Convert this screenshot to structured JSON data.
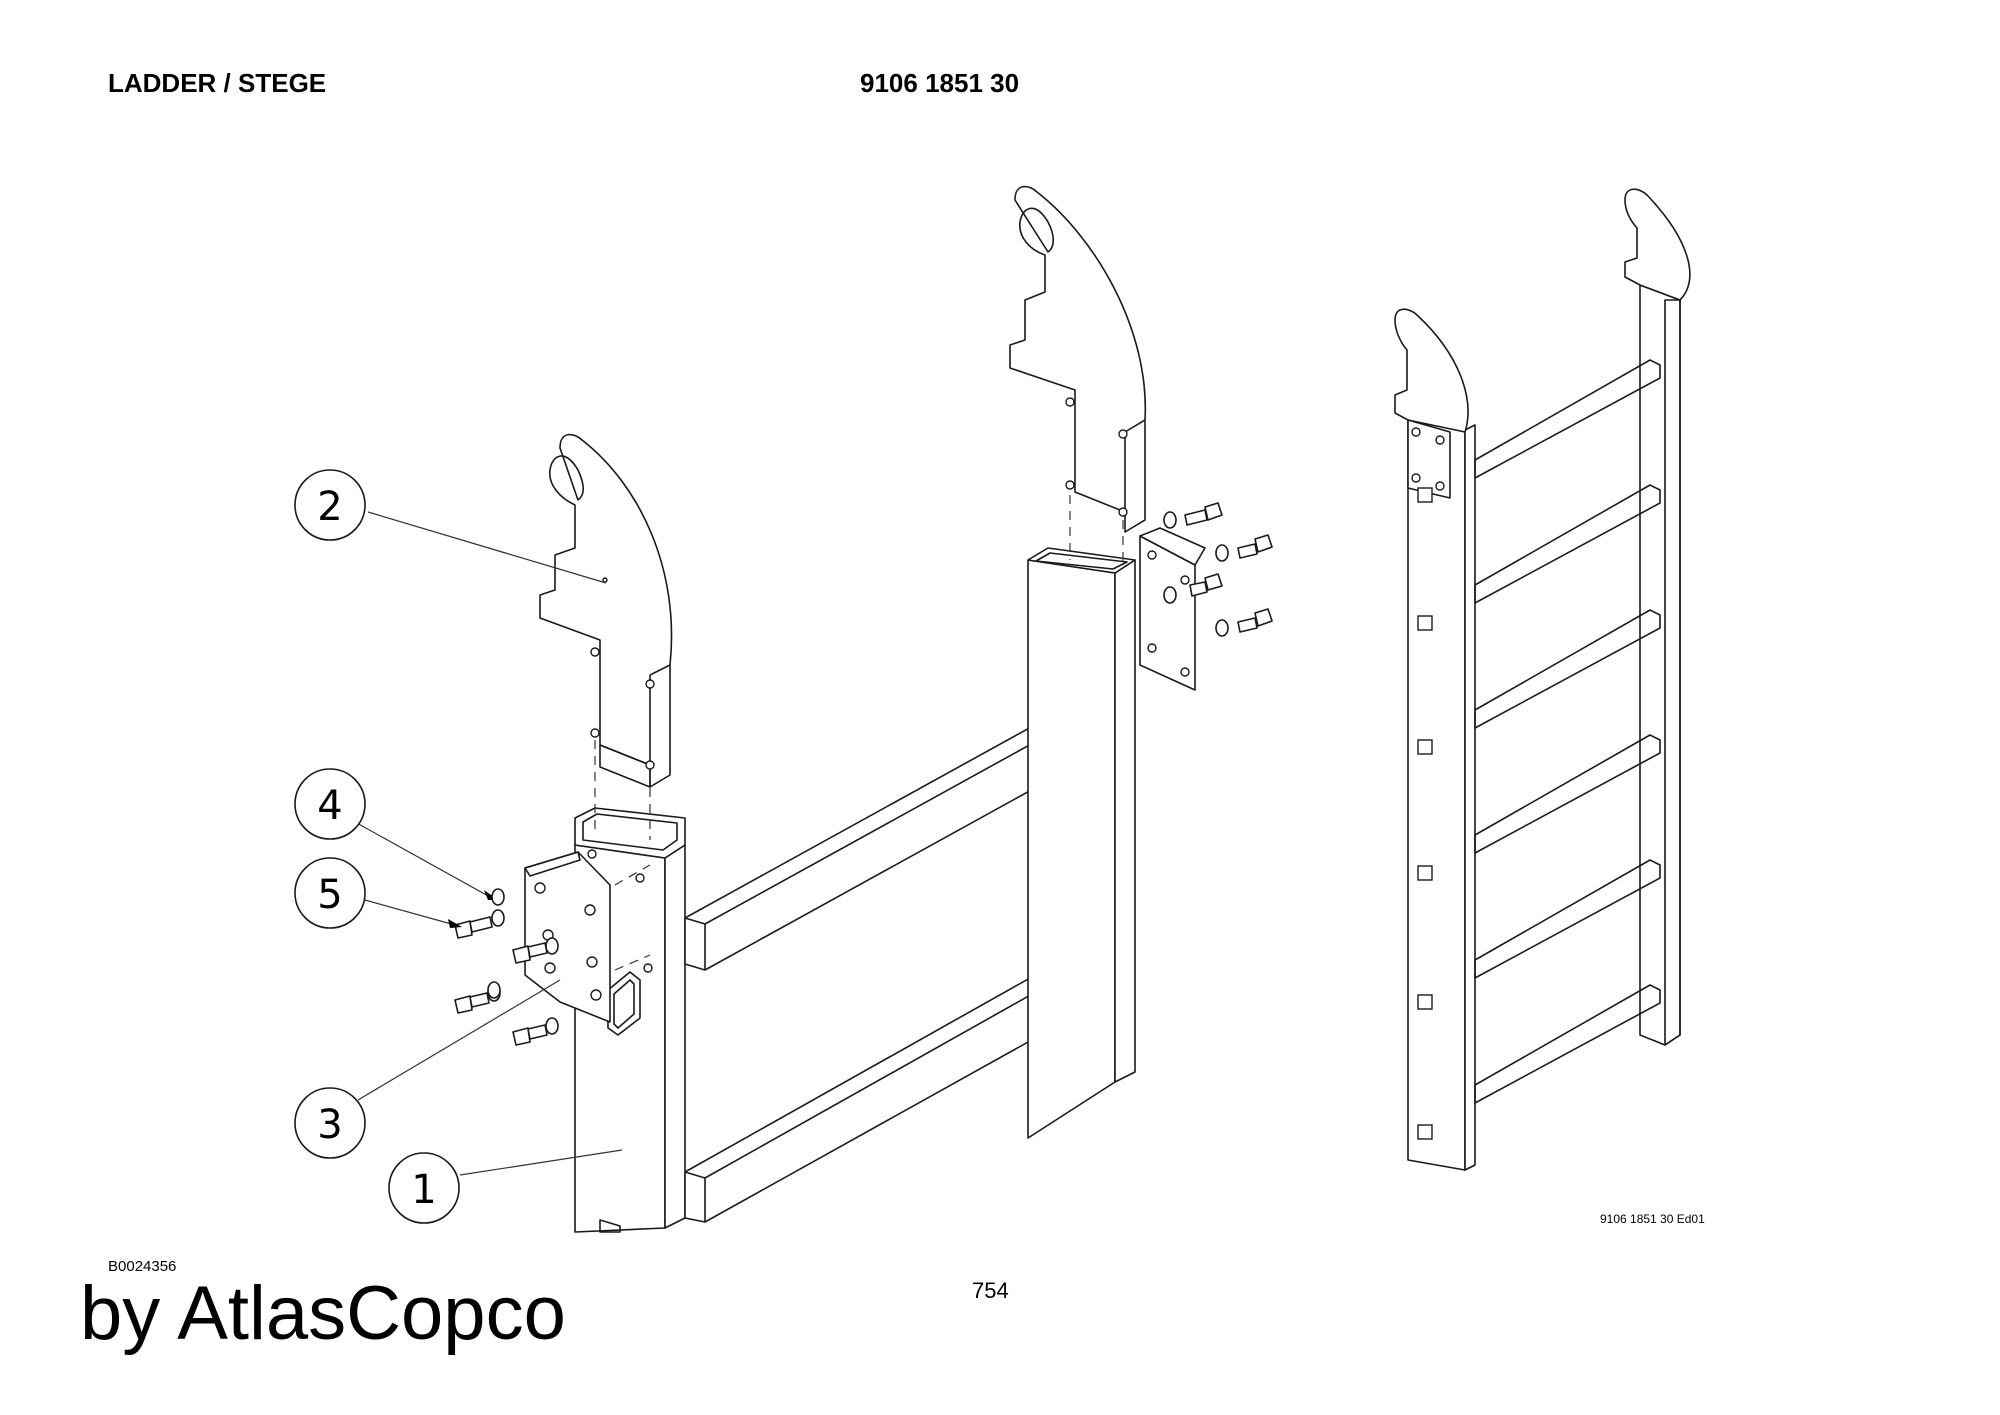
{
  "header": {
    "title": "LADDER / STEGE",
    "part_number": "9106 1851 30"
  },
  "callouts": [
    "1",
    "2",
    "3",
    "4",
    "5"
  ],
  "drawing_ref": "9106 1851 30 Ed01",
  "footer": {
    "doc_code": "B0024356",
    "page_number": "754",
    "brand": "by AtlasCopco"
  }
}
